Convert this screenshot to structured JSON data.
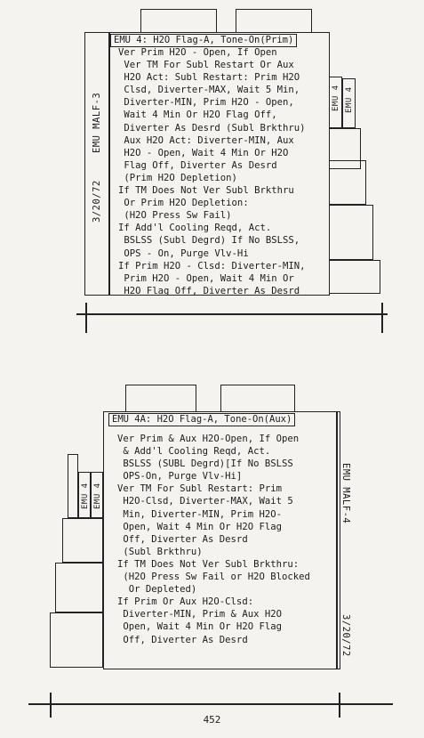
{
  "card1": {
    "side_label": "EMU MALF-3",
    "date": "3/20/72",
    "title": "EMU 4: H2O Flag-A, Tone-On(Prim)",
    "steps": [
      "EMU 4",
      "EMU 4"
    ],
    "lines": [
      "Ver Prim H2O - Open, If Open",
      " Ver TM For Subl Restart Or Aux",
      " H2O Act: Subl Restart: Prim H2O",
      " Clsd, Diverter-MAX, Wait 5 Min,",
      " Diverter-MIN, Prim H2O - Open,",
      " Wait 4 Min Or H2O Flag Off,",
      " Diverter As Desrd (Subl Brkthru)",
      " Aux H2O Act: Diverter-MIN, Aux",
      " H2O - Open, Wait 4 Min Or H2O",
      " Flag Off, Diverter As Desrd",
      " (Prim H2O Depletion)",
      "If TM Does Not Ver Subl Brkthru",
      " Or Prim H2O Depletion:",
      " (H2O Press Sw Fail)",
      "If Add'l Cooling Reqd, Act.",
      " BSLSS (Subl Degrd) If No BSLSS,",
      " OPS - On, Purge Vlv-Hi",
      "If Prim H2O - Clsd: Diverter-MIN,",
      " Prim H2O - Open, Wait 4 Min Or",
      " H2O Flag Off, Diverter As Desrd"
    ]
  },
  "card2": {
    "side_label": "EMU MALF-4",
    "date": "3/20/72",
    "title": "EMU 4A: H2O Flag-A, Tone-On(Aux)",
    "steps": [
      "EMU 4",
      "EMU 4"
    ],
    "lines": [
      "Ver Prim & Aux H2O-Open, If Open",
      " & Add'l Cooling Reqd, Act.",
      " BSLSS (SUBL Degrd)[If No BSLSS",
      " OPS-On, Purge Vlv-Hi]",
      "Ver TM For Subl Restart: Prim",
      " H2O-Clsd, Diverter-MAX, Wait 5",
      " Min, Diverter-MIN, Prim H2O-",
      " Open, Wait 4 Min Or H2O Flag",
      " Off, Diverter As Desrd",
      " (Subl Brkthru)",
      "If TM Does Not Ver Subl Brkthru:",
      " (H2O Press Sw Fail or H2O Blocked",
      "  Or Depleted)",
      "If Prim Or Aux H2O-Clsd:",
      " Diverter-MIN, Prim & Aux H2O",
      " Open, Wait 4 Min Or H2O Flag",
      " Off, Diverter As Desrd"
    ]
  },
  "page_number": "452"
}
